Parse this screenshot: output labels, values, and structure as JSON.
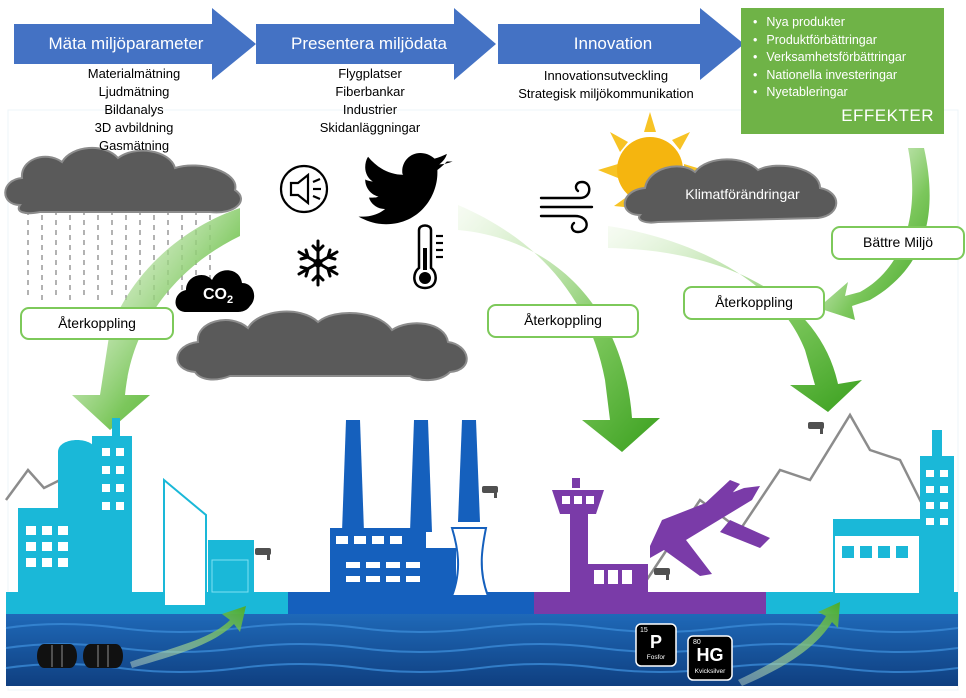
{
  "process_stages": [
    {
      "label": "Mäta miljöparameter",
      "items": [
        "Materialmätning",
        "Ljudmätning",
        "Bildanalys",
        "3D avbildning",
        "Gasmätning"
      ]
    },
    {
      "label": "Presentera miljödata",
      "items": [
        "Flygplatser",
        "Fiberbankar",
        "Industrier",
        "Skidanläggningar"
      ]
    },
    {
      "label": "Innovation",
      "items": [
        "Innovationsutveckling",
        "Strategisk miljökommunikation"
      ]
    }
  ],
  "effects": {
    "items": [
      "Nya produkter",
      "Produktförbättringar",
      "Verksamhetsförbättringar",
      "Nationella investeringar",
      "Nyetableringar"
    ],
    "title": "EFFEKTER"
  },
  "feedback": {
    "left": "Återkoppling",
    "middle": "Återkoppling",
    "right": "Återkoppling",
    "better": "Bättre Miljö"
  },
  "climate_label": "Klimatförändringar",
  "co2": {
    "main": "CO",
    "sub": "2"
  },
  "elements": {
    "phosphorus": {
      "number": "15",
      "symbol": "P",
      "name": "Fosfor"
    },
    "mercury": {
      "number": "80",
      "symbol": "HG",
      "name": "Kvicksilver"
    }
  },
  "icons": [
    "speaker-icon",
    "twitter-bird-icon",
    "snowflake-icon",
    "thermometer-icon",
    "wind-icon",
    "sun-icon",
    "co2-cloud-icon",
    "security-camera-icon"
  ],
  "colors": {
    "arrow_blue": "#4472c4",
    "feedback_green": "#4aab2c",
    "effects_green": "#6fb347",
    "city_cyan": "#1ab8d8",
    "industry_blue": "#1560bd",
    "airport_purple": "#7a3ba8",
    "water_blue": "#1a5fa8"
  }
}
